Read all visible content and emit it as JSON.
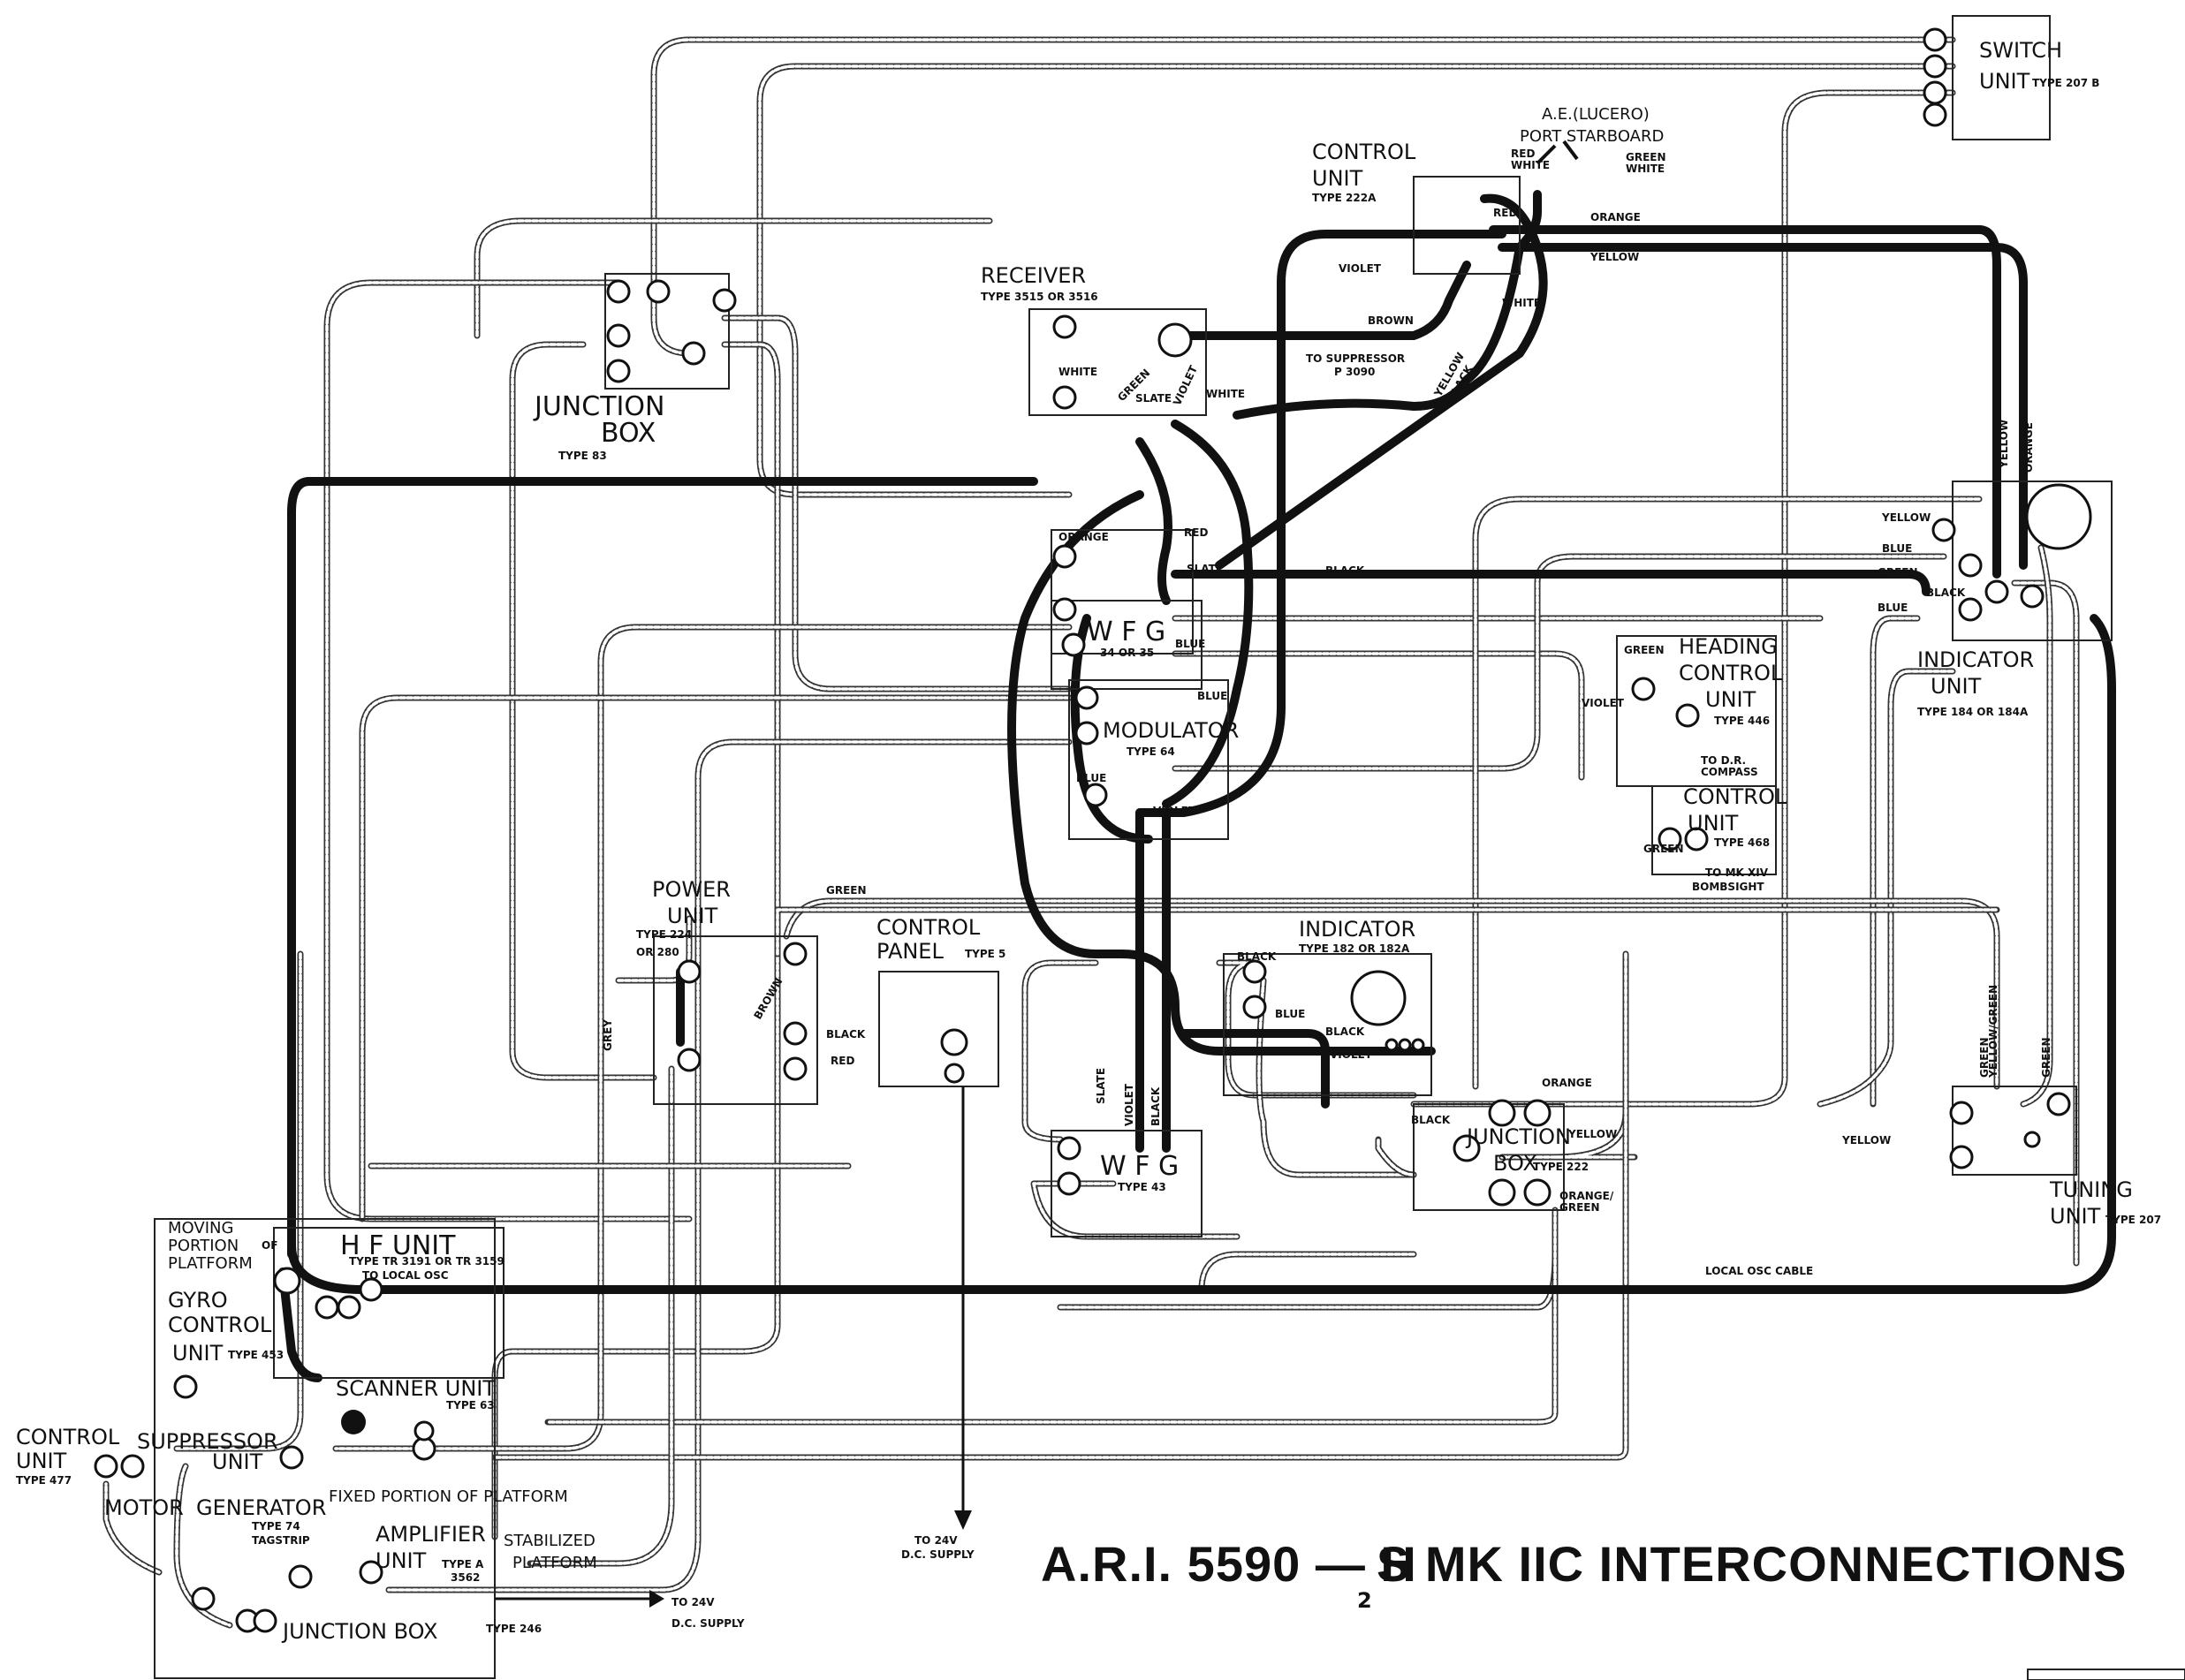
{
  "title": {
    "main": "A.R.I. 5590 — H",
    "sub": "2",
    "rest": "S MK IIC   INTERCONNECTIONS"
  },
  "units": {
    "switch_unit": {
      "name1": "SWITCH",
      "name2": "UNIT",
      "type": "TYPE 207 B"
    },
    "control_unit_222": {
      "name1": "CONTROL",
      "name2": "UNIT",
      "type": "TYPE 222A"
    },
    "ae_lucero": {
      "line1": "A.E.(LUCERO)",
      "line2": "PORT STARBOARD"
    },
    "receiver": {
      "name": "RECEIVER",
      "type": "TYPE 3515 OR 3516"
    },
    "junction_box_83": {
      "name1": "JUNCTION",
      "name2": "BOX",
      "type": "TYPE 83"
    },
    "wfg_upper": {
      "name": "W F G",
      "type": "34 OR 35"
    },
    "modulator": {
      "name": "MODULATOR",
      "type": "TYPE 64"
    },
    "heading_control": {
      "name1": "HEADING",
      "name2": "CONTROL",
      "name3": "UNIT",
      "type": "TYPE 446"
    },
    "control_unit_468": {
      "name1": "CONTROL",
      "name2": "UNIT",
      "type": "TYPE 468"
    },
    "indicator_unit": {
      "name1": "INDICATOR",
      "name2": "UNIT",
      "type": "TYPE 184 OR 184A"
    },
    "power_unit": {
      "name1": "POWER",
      "name2": "UNIT",
      "type1": "TYPE 224",
      "type2": "OR 280"
    },
    "control_panel": {
      "name1": "CONTROL",
      "name2": "PANEL",
      "type": "TYPE 5"
    },
    "indicator_182": {
      "name": "INDICATOR",
      "type": "TYPE 182 OR 182A"
    },
    "wfg_lower": {
      "name": "W F G",
      "type": "TYPE 43"
    },
    "junction_box_222": {
      "name1": "JUNCTION",
      "name2": "BOX",
      "type": "TYPE 222"
    },
    "tuning_unit": {
      "name1": "TUNING",
      "name2": "UNIT",
      "type": "TYPE 207"
    },
    "hf_unit": {
      "name": "H F UNIT",
      "type": "TYPE TR 3191 OR TR 3159",
      "note": "TO LOCAL OSC"
    },
    "moving_platform": {
      "line1": "MOVING",
      "line2": "PORTION",
      "of": "OF",
      "line3": "PLATFORM"
    },
    "gyro_control": {
      "name1": "GYRO",
      "name2": "CONTROL",
      "name3": "UNIT",
      "type": "TYPE 453"
    },
    "scanner_unit": {
      "name": "SCANNER UNIT",
      "type": "TYPE 63"
    },
    "control_unit_477": {
      "name1": "CONTROL",
      "name2": "UNIT",
      "type": "TYPE 477"
    },
    "suppressor_unit": {
      "name1": "SUPPRESSOR",
      "name2": "UNIT"
    },
    "motor_generator": {
      "name1": "MOTOR",
      "name2": "GENERATOR",
      "type": "TYPE 74",
      "tag": "TAGSTRIP"
    },
    "fixed_platform": {
      "text": "FIXED PORTION OF PLATFORM"
    },
    "amplifier_unit": {
      "name1": "AMPLIFIER",
      "name2": "UNIT",
      "type": "TYPE A",
      "num": "3562"
    },
    "stabilized": {
      "line1": "STABILIZED",
      "line2": "PLATFORM"
    },
    "junction_box_246": {
      "name": "JUNCTION BOX",
      "type": "TYPE 246"
    }
  },
  "wire_labels": {
    "red_white": "RED\nWHITE",
    "green_white": "GREEN\nWHITE",
    "red": "RED",
    "orange": "ORANGE",
    "yellow": "YELLOW",
    "violet": "VIOLET",
    "brown": "BROWN",
    "white": "WHITE",
    "green": "GREEN",
    "slate": "SLATE",
    "black": "BLACK",
    "blue": "BLUE",
    "grey": "GREY",
    "orange_green": "ORANGE/\nGREEN",
    "yellow_green": "YELLOW/GREEN",
    "local_osc_cable": "LOCAL OSC CABLE",
    "to_suppressor": "TO SUPPRESSOR",
    "suppressor_num": "P 3090",
    "to_dr_compass": "TO D.R.\nCOMPASS",
    "to_mk_xiv": "TO MK XIV",
    "bombsight": "BOMBSIGHT",
    "to_24v": "TO 24V",
    "dc_supply": "D.C. SUPPLY"
  }
}
